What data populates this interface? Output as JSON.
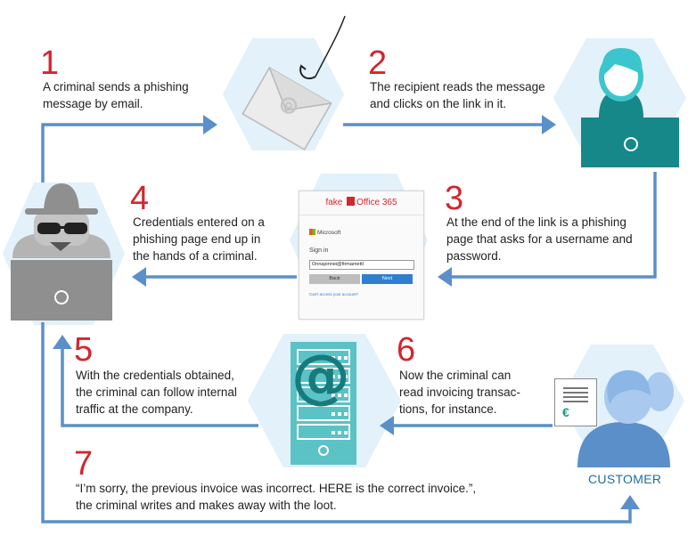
{
  "steps": [
    {
      "number": "1",
      "text": "A criminal sends a phishing\nmessage by email."
    },
    {
      "number": "2",
      "text": "The recipient reads the message\nand clicks on the link in it."
    },
    {
      "number": "3",
      "text": "At the end of the link is a phishing\npage that asks for a username and\npassword."
    },
    {
      "number": "4",
      "text": "Credentials entered on a\nphishing page end up in\nthe hands of a criminal."
    },
    {
      "number": "5",
      "text": "With the credentials obtained,\nthe criminal can follow internal\ntraffic at the company."
    },
    {
      "number": "6",
      "text": "Now the criminal can\nread invoicing transac-\ntions, for instance."
    },
    {
      "number": "7",
      "text": "“I’m sorry, the previous invoice was incorrect. HERE is the correct invoice.”,\nthe criminal writes and makes away with the loot."
    }
  ],
  "customer_label": "CUSTOMER",
  "fake_login": {
    "fake_text": "fake",
    "brand_text": "Office 365",
    "vendor": "Microsoft",
    "sign_in": "Sign in",
    "username_value": "Onnajonnei@firmamettl",
    "back_label": "Back",
    "next_label": "Next",
    "cant_access": "Can't access your account?"
  },
  "server_symbol": "@",
  "invoice_symbol": "€",
  "colors": {
    "step_number": "#d3262e",
    "arrow": "#5b8fc9",
    "hexagon": "#e2f1fa",
    "criminal": "#9a9a9a",
    "recipient": "#1a8c8c",
    "customer": "#5b8fc9",
    "server": "#5bc2c6"
  }
}
